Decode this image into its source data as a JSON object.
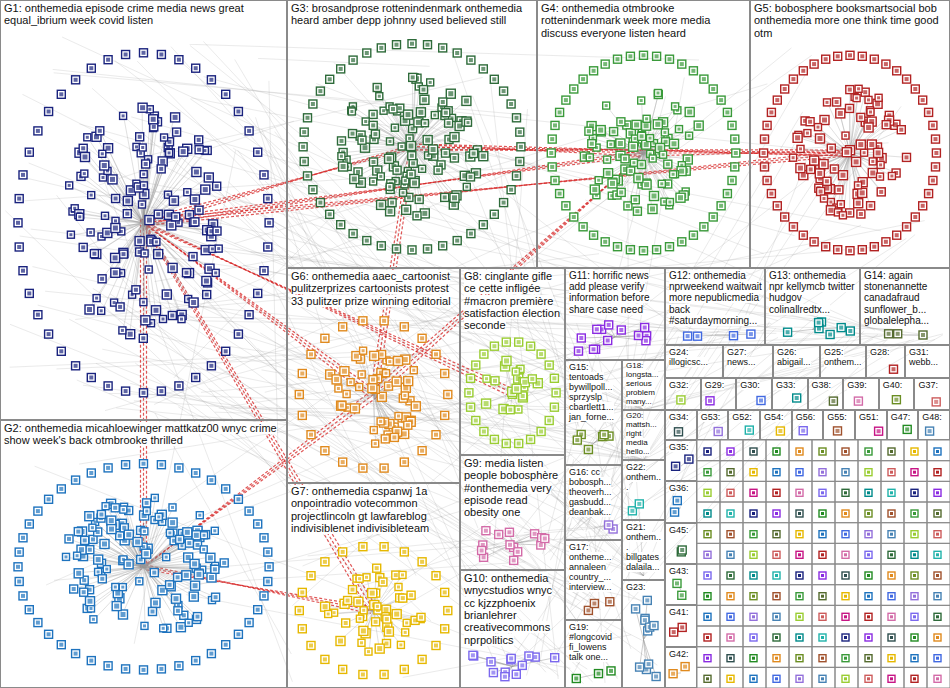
{
  "diagram": {
    "nodes": [
      {
        "text": [
          "G1: onthemedia episode crime media news great equal_ibrium week covid listen"
        ]
      },
      {
        "text": [
          "G2: onthemedia micahloewinger mattkatz00 wnyc crime show week's back otmbrooke thrilled"
        ]
      },
      {
        "text": [
          "G3: brosandprose rottenindenmark onthemedia heard amber depp johnny used believed still"
        ]
      },
      {
        "text": [
          "G4: onthemedia otmbrooke rottenindenmark week more media discuss everyone listen heard"
        ]
      },
      {
        "text": [
          "G5: bobosphere booksmartsocial bob onthemedia more one think time good otm"
        ]
      },
      {
        "text": [
          "G6: onthemedia aaec_cartoonist pulitzerprizes cartoonists protest 33 pulitzer prize winning editorial"
        ]
      },
      {
        "text": [
          "G8: cinglante gifle ce cette infligée #macron première satisfaction élection seconde"
        ]
      },
      {
        "text": [
          "G11: horrific news add please verify information before share case need"
        ]
      },
      {
        "text": [
          "G12: onthemedia nprweekend waitwait more nepublicmedia back #saturdaymorning..."
        ]
      },
      {
        "text": [
          "G13: onthemedia npr kellymcb twitter hudgov colinallredtx..."
        ]
      },
      {
        "text": [
          "G14: again stonenannette canadafraud sunflower_b... globalelepha..."
        ]
      },
      {
        "text": [
          "G9: media listen people bobosphère #onthemedia very episode read obesity one"
        ]
      },
      {
        "text": [
          "G15: tentoads bywillpoll... sprzyslp cbartlett1... jan_forne..."
        ]
      },
      {
        "text": [
          "G18: longsta... serious problem many..."
        ]
      },
      {
        "text": [
          "G20: mattsh... right media hello..."
        ]
      },
      {
        "text": [
          "G16: cc bobosph... theoverh... gasbudd... deanbak..."
        ]
      },
      {
        "text": [
          "G22: onthem..."
        ]
      },
      {
        "text": [
          "G7: onthemedia cspanwj 1a onpointradio votecommon projectlincoln gt lawfareblog indivisiblenet indivisibleteam"
        ]
      },
      {
        "text": [
          "G10: onthemedia wnycstudios wnyc cc kjzzphoenix brianlehrer creativecommons nprpolitics"
        ]
      },
      {
        "text": [
          "G17: onthemе... annaleen country_... interview..."
        ]
      },
      {
        "text": [
          "G21: onthem... billgates dalaila..."
        ]
      },
      {
        "text": [
          "G19: #longcovid fi_lowens talk one..."
        ]
      },
      {
        "text": [
          "G23:"
        ]
      },
      {
        "text": [
          "G24: illogicsc..."
        ]
      },
      {
        "text": [
          "G27: news..."
        ]
      },
      {
        "text": [
          "G26: abigail..."
        ]
      },
      {
        "text": [
          "G25: onthem..."
        ]
      },
      {
        "text": [
          "G28:"
        ]
      },
      {
        "text": [
          "G31: webb..."
        ]
      },
      {
        "text": [
          "G32:"
        ]
      },
      {
        "text": [
          "G29:"
        ]
      },
      {
        "text": [
          "G30:"
        ]
      },
      {
        "text": [
          "G33:"
        ]
      },
      {
        "text": [
          "G38:"
        ]
      },
      {
        "text": [
          "G39:"
        ]
      },
      {
        "text": [
          "G40:"
        ]
      },
      {
        "text": [
          "G37:"
        ]
      },
      {
        "text": [
          "G34:"
        ]
      },
      {
        "text": [
          "G53:"
        ]
      },
      {
        "text": [
          "G52:"
        ]
      },
      {
        "text": [
          "G54:"
        ]
      },
      {
        "text": [
          "G56:"
        ]
      },
      {
        "text": [
          "G55:"
        ]
      },
      {
        "text": [
          "G51:"
        ]
      },
      {
        "text": [
          "G47:"
        ]
      },
      {
        "text": [
          "G48:"
        ]
      },
      {
        "text": [
          "G35:"
        ]
      },
      {
        "text": [
          "G36:"
        ]
      },
      {
        "text": [
          "G45:"
        ]
      },
      {
        "text": [
          "G43:"
        ]
      },
      {
        "text": [
          "G41:"
        ]
      },
      {
        "text": [
          "G42:"
        ]
      }
    ]
  }
}
